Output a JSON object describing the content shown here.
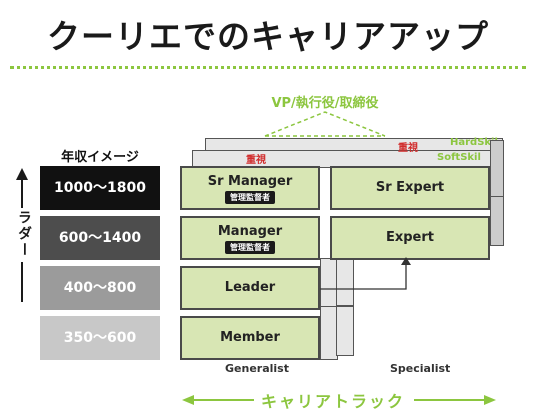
{
  "title": "クーリエでのキャリアアップ",
  "top_note": "VP/執行役/取締役",
  "ladder": {
    "header": "年収イメージ",
    "label": "ラダー",
    "rows": [
      {
        "range": "1000～1800",
        "bg": "#111111",
        "fg": "#ffffff"
      },
      {
        "range": "600～1400",
        "bg": "#4d4d4d",
        "fg": "#ffffff"
      },
      {
        "range": "400～800",
        "bg": "#9b9b9b",
        "fg": "#ffffff"
      },
      {
        "range": "350～600",
        "bg": "#c8c8c8",
        "fg": "#ffffff"
      }
    ]
  },
  "generalist": {
    "sr_manager": {
      "label": "Sr Manager",
      "badge": "管理監督者"
    },
    "manager": {
      "label": "Manager",
      "badge": "管理監督者"
    },
    "leader": {
      "label": "Leader"
    },
    "member": {
      "label": "Member"
    }
  },
  "specialist": {
    "sr_expert": {
      "label": "Sr Expert"
    },
    "expert": {
      "label": "Expert"
    }
  },
  "emphasis_left": "重視",
  "emphasis_right": "重視",
  "hard_skill": "HardSkil",
  "soft_skill": "SoftSkil",
  "footer": {
    "generalist": "Generalist",
    "specialist": "Specialist"
  },
  "career_track": "キャリアトラック",
  "colors": {
    "accent": "#8cc63f",
    "box_fill": "#d8e6b4",
    "emphasis": "#d12b2b"
  }
}
